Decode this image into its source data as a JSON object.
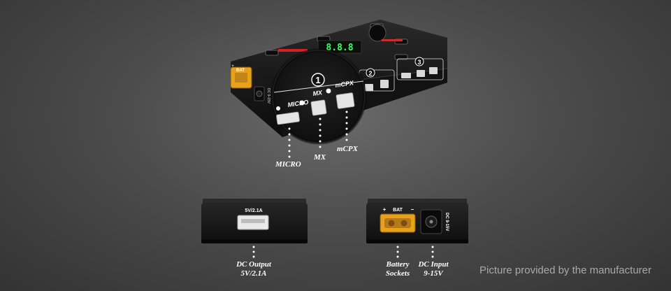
{
  "charger": {
    "display_digits": "8.8.8",
    "bat_label": "BAT",
    "plus": "+",
    "minus": "−",
    "dc_side_label": "DC 9-15V",
    "group_numbers": [
      "1",
      "2",
      "3"
    ],
    "port_labels": {
      "micro": "MICRO",
      "mx": "MX",
      "mcpx": "mCPX"
    }
  },
  "callouts": {
    "micro": "MICRO",
    "mx": "MX",
    "mcpx": "mCPX",
    "dc_output_line1": "DC Output",
    "dc_output_line2": "5V/2.1A",
    "battery_line1": "Battery",
    "battery_line2": "Sockets",
    "dc_input_line1": "DC Input",
    "dc_input_line2": "9-15V"
  },
  "usb_panel": {
    "rating": "5V/2.1A"
  },
  "input_panel": {
    "bat_label": "BAT",
    "plus": "+",
    "minus": "−",
    "dc_label": "DC 9-15V"
  },
  "credit": "Picture provided by the manufacturer",
  "colors": {
    "background": "#4c4c4c",
    "device_body": "#1b1b1b",
    "xt60_yellow": "#e8a21a",
    "display_green": "#39ff6a",
    "accent_red": "#d52020"
  }
}
